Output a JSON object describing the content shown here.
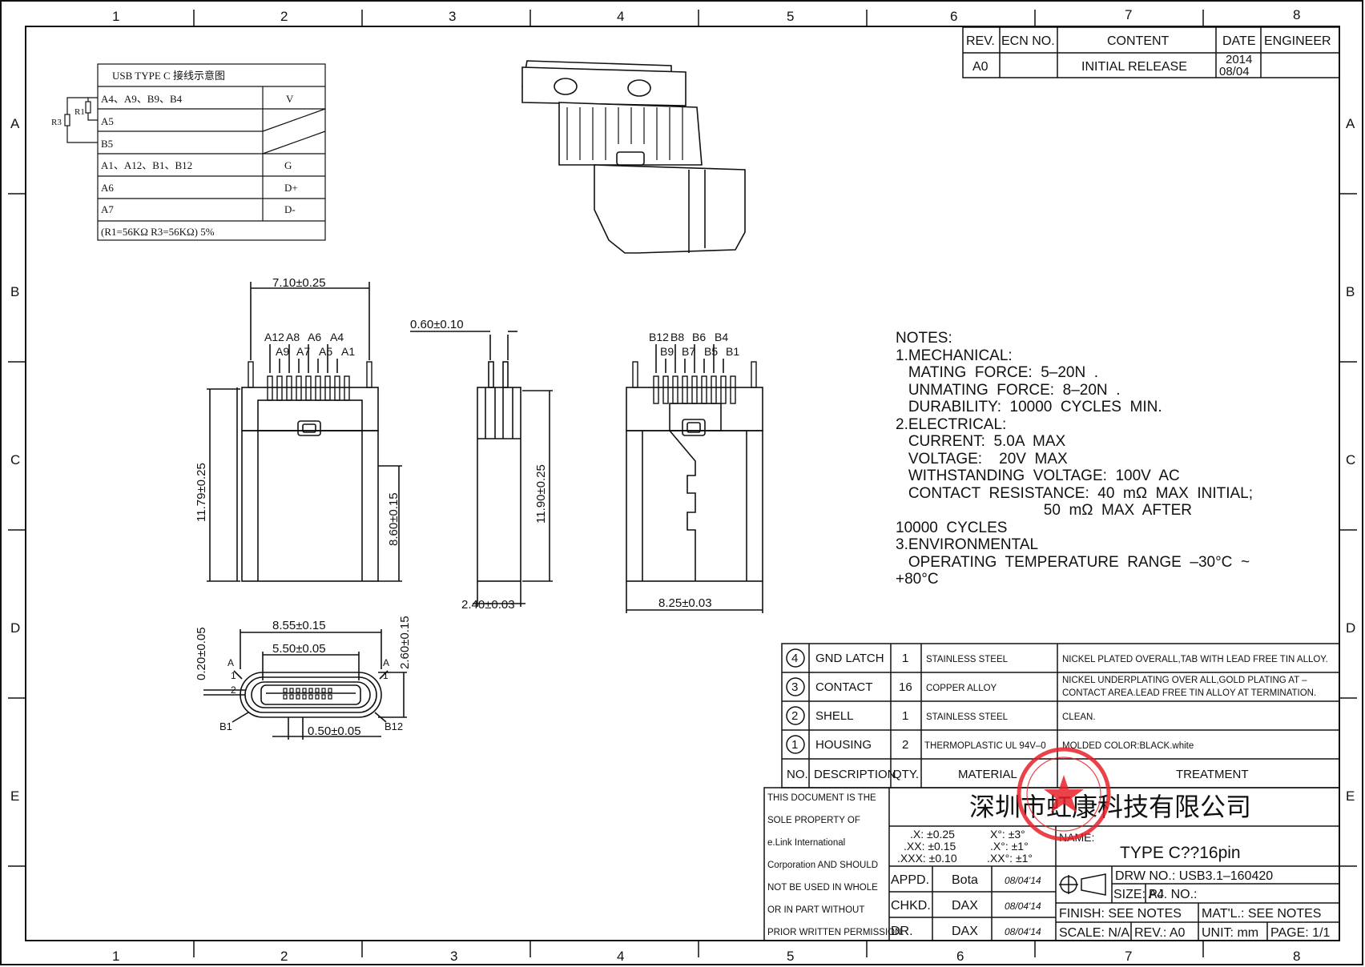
{
  "frame": {
    "cols_top": [
      "1",
      "2",
      "3",
      "4",
      "5",
      "6",
      "7",
      "8"
    ],
    "cols_bottom": [
      "1",
      "2",
      "3",
      "4",
      "5",
      "6",
      "7",
      "8"
    ],
    "rows": [
      "A",
      "B",
      "C",
      "D",
      "E"
    ]
  },
  "revision": {
    "headers": [
      "REV.",
      "ECN NO.",
      "CONTENT",
      "DATE",
      "ENGINEER"
    ],
    "row": {
      "rev": "A0",
      "ecn": "",
      "content": "INITIAL RELEASE",
      "date_line1": "2014",
      "date_line2": "08/04",
      "engineer": ""
    }
  },
  "wiring": {
    "title": "USB TYPE C 接线示意图",
    "rows": [
      {
        "pins": "A4、A9、B9、B4",
        "signal": "V"
      },
      {
        "pins": "A5",
        "signal": ""
      },
      {
        "pins": "B5",
        "signal": ""
      },
      {
        "pins": "A1、A12、B1、B12",
        "signal": "G"
      },
      {
        "pins": "A6",
        "signal": "D+"
      },
      {
        "pins": "A7",
        "signal": "D-"
      }
    ],
    "note": "(R1=56KΩ  R3=56KΩ) 5%",
    "r1": "R1",
    "r3": "R3"
  },
  "dims": {
    "front_width": "7.10±0.25",
    "front_height": "11.79±0.25",
    "front_body": "8.60±0.15",
    "pin_top": [
      "A12",
      "A8",
      "A6",
      "A4"
    ],
    "pin_bot": [
      "A9",
      "A7",
      "A5",
      "A1"
    ],
    "side_top": "0.60±0.10",
    "side_height": "11.90±0.25",
    "side_width": "2.40±0.03",
    "back_pin_top": [
      "B12",
      "B8",
      "B6",
      "B4"
    ],
    "back_pin_bot": [
      "B9",
      "B7",
      "B5",
      "B1"
    ],
    "back_width": "8.25±0.03",
    "end_outer": "8.55±0.15",
    "end_inner": "5.50±0.05",
    "end_left": "0.20±0.05",
    "end_right": "2.60±0.15",
    "end_pitch": "0.50±0.05",
    "end_labels": {
      "a_left": "A",
      "one_left": "1",
      "two_left": "2",
      "b1": "B1",
      "a_right": "A",
      "one_right": "1",
      "b12": "B12"
    }
  },
  "notes": [
    "NOTES:",
    "1.MECHANICAL:",
    "   MATING  FORCE:  5–20N  .",
    "   UNMATING  FORCE:  8–20N  .",
    "   DURABILITY:  10000  CYCLES  MIN.",
    "2.ELECTRICAL:",
    "   CURRENT:  5.0A  MAX",
    "   VOLTAGE:    20V  MAX",
    "   WITHSTANDING  VOLTAGE:  100V  AC",
    "   CONTACT  RESISTANCE:  40  mΩ  MAX  INITIAL;",
    "                                   50  mΩ  MAX  AFTER",
    "10000  CYCLES",
    "3.ENVIRONMENTAL",
    "   OPERATING  TEMPERATURE  RANGE  –30°C  ~",
    "+80°C"
  ],
  "bom": {
    "headers": [
      "NO.",
      "DESCRIPTION",
      "QTY.",
      "MATERIAL",
      "TREATMENT"
    ],
    "rows": [
      {
        "no": "4",
        "desc": "GND LATCH",
        "qty": "1",
        "mat": "STAINLESS STEEL",
        "treat1": "NICKEL PLATED OVERALL,TAB WITH LEAD FREE TIN ALLOY.",
        "treat2": ""
      },
      {
        "no": "3",
        "desc": "CONTACT",
        "qty": "16",
        "mat": "COPPER ALLOY",
        "treat1": "NICKEL UNDERPLATING OVER ALL,GOLD PLATING AT –",
        "treat2": "CONTACT AREA.LEAD FREE TIN ALLOY AT TERMINATION."
      },
      {
        "no": "2",
        "desc": "SHELL",
        "qty": "1",
        "mat": "STAINLESS STEEL",
        "treat1": "CLEAN.",
        "treat2": ""
      },
      {
        "no": "1",
        "desc": "HOUSING",
        "qty": "2",
        "mat": "THERMOPLASTIC UL 94V–0",
        "treat1": "MOLDED COLOR:BLACK.white",
        "treat2": ""
      }
    ]
  },
  "title_block": {
    "property": [
      "THIS DOCUMENT IS THE",
      "SOLE PROPERTY OF",
      "e.Link International",
      "Corporation AND SHOULD",
      "NOT BE USED IN WHOLE",
      "OR IN PART WITHOUT",
      "PRIOR WRITTEN PERMISSION."
    ],
    "company": "深圳市虹康科技有限公司",
    "tolerances": [
      ".X: ±0.25",
      "X°: ±3°",
      ".XX: ±0.15",
      ".X°: ±1°",
      ".XXX: ±0.10",
      ".XX°: ±1°"
    ],
    "name_label": "NAME:",
    "name": "TYPE C??16pin",
    "appd_label": "APPD.",
    "appd": "Bota",
    "appd_date": "08/04'14",
    "chkd_label": "CHKD.",
    "chkd": "DAX",
    "chkd_date": "08/04'14",
    "dr_label": "DR.",
    "dr": "DAX",
    "dr_date": "08/04'14",
    "drw_no": "DRW  NO.: USB3.1–160420",
    "size": "SIZE: A4",
    "pj_no": "PJ.  NO.:",
    "finish": "FINISH:  SEE  NOTES",
    "matl": "MAT'L.: SEE  NOTES",
    "scale": "SCALE: N/A",
    "rev": "REV.: A0",
    "unit": "UNIT: mm",
    "page": "PAGE:  1/1"
  },
  "colors": {
    "ink": "#111111",
    "seal": "#e8202a"
  }
}
